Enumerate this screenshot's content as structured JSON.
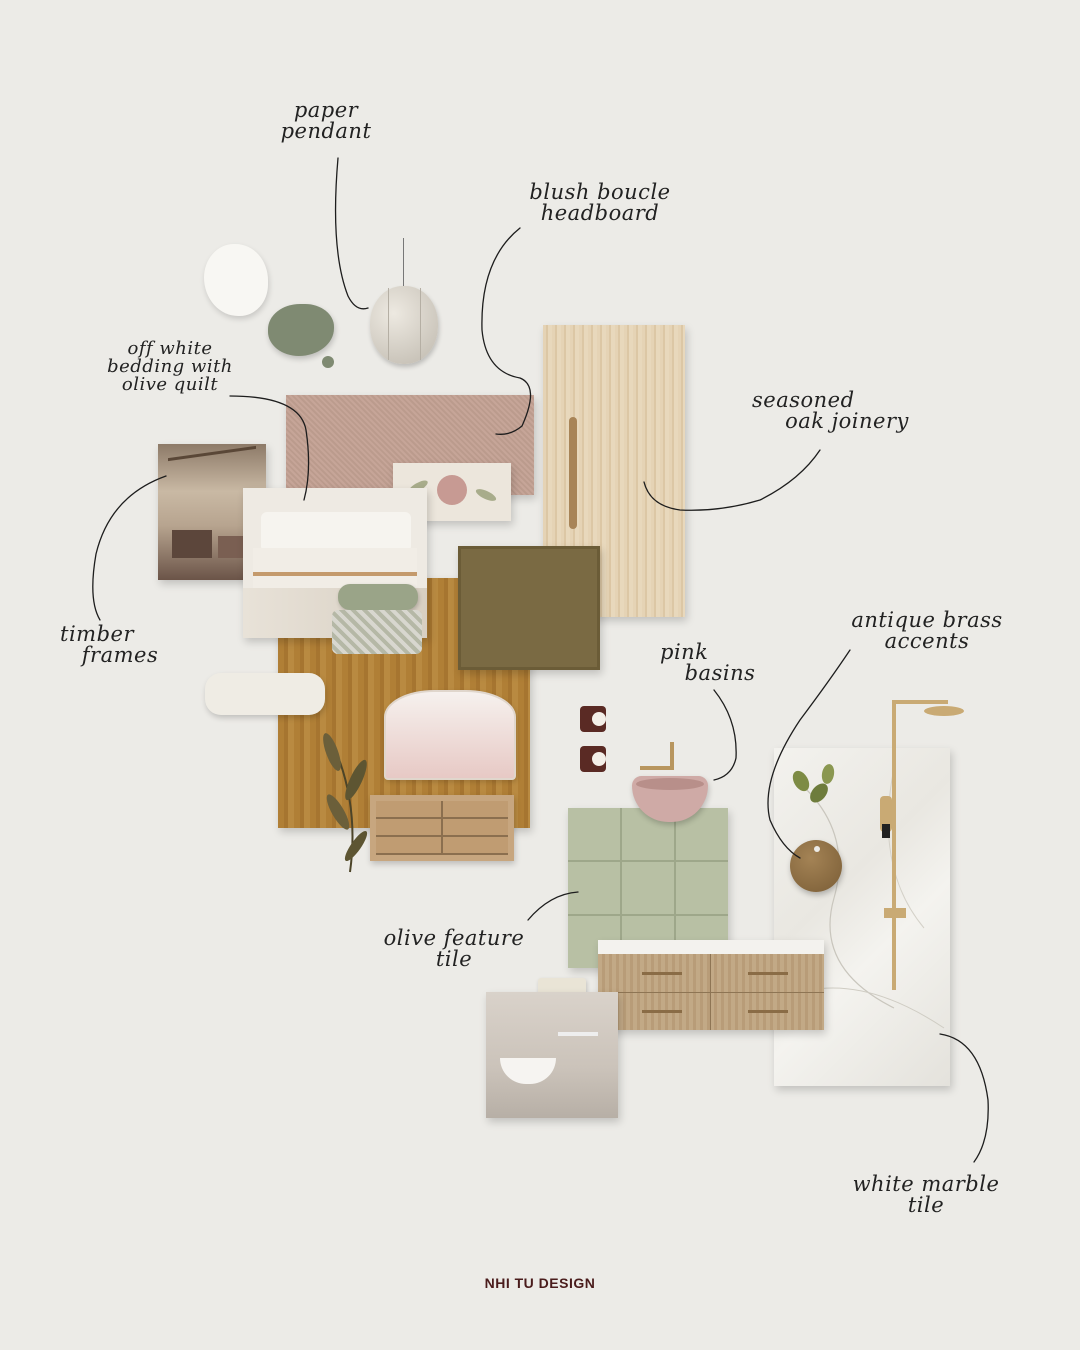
{
  "labels": {
    "paper_pendant": [
      "paper",
      "pendant"
    ],
    "blush_boucle": [
      "blush boucle",
      "headboard"
    ],
    "off_white_bedding": [
      "off white",
      "bedding with",
      "olive quilt"
    ],
    "seasoned_oak": [
      "seasoned",
      "oak joinery"
    ],
    "timber_frames": [
      "timber",
      "frames"
    ],
    "antique_brass": [
      "antique brass",
      "accents"
    ],
    "pink_basins": [
      "pink",
      "basins"
    ],
    "olive_tile": [
      "olive feature",
      "tile"
    ],
    "white_marble": [
      "white marble",
      "tile"
    ]
  },
  "brand": "NHI TU DESIGN",
  "colors": {
    "background": "#ecebe7",
    "blush": "#c6a598",
    "oak": "#e2cfb0",
    "olive": "#7a6a43",
    "timber": "#a9792f",
    "olive_tile": "#b8c0a4",
    "brand_text": "#4a1c1c"
  }
}
